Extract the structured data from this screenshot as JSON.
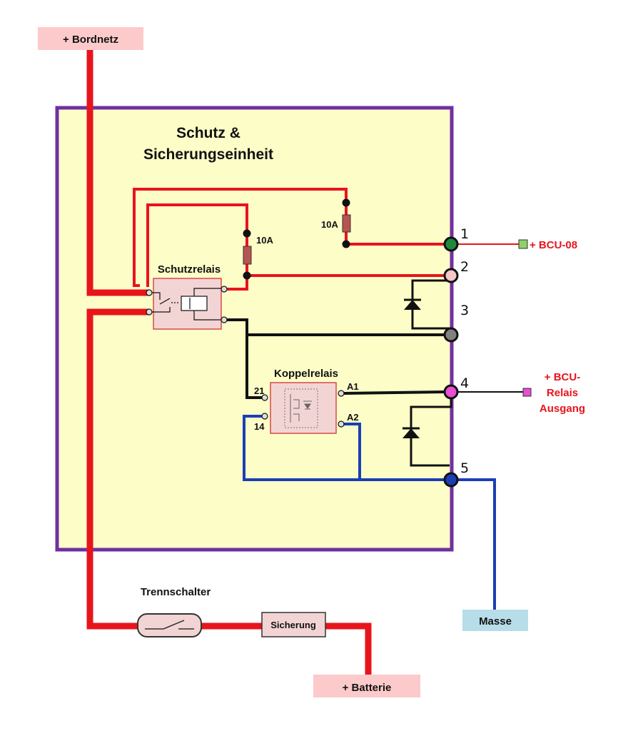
{
  "title": {
    "line1": "Schutz &",
    "line2": "Sicherungseinheit"
  },
  "labels": {
    "bordnetz": "+ Bordnetz",
    "batterie": "+ Batterie",
    "masse": "Masse",
    "trennschalter": "Trennschalter",
    "sicherung": "Sicherung",
    "schutzrelais": "Schutzrelais",
    "koppelrelais": "Koppelrelais",
    "fuse_left": "10A",
    "fuse_right": "10A",
    "pin_21": "21",
    "pin_14": "14",
    "pin_a1": "A1",
    "pin_a2": "A2"
  },
  "terminals": {
    "t1": "1",
    "t2": "2",
    "t3": "3",
    "t4": "4",
    "t5": "5"
  },
  "outputs": {
    "bcu08": "+ BCU-08",
    "bcu_relais_1": "+ BCU-",
    "bcu_relais_2": "Relais",
    "bcu_relais_3": "Ausgang"
  },
  "colors": {
    "box_fill": "#fdfdc8",
    "box_border": "#7030a0",
    "power_wire": "#e8141c",
    "ground_wire": "#1a3fb4",
    "signal_wire": "#111111",
    "tag_pink": "#fccaca",
    "tag_blue": "#b7dde8",
    "terminal_1": "#1c8a3a",
    "terminal_2": "#f7c6c6",
    "terminal_3": "#808080",
    "terminal_4": "#e84fd2",
    "terminal_5": "#1a3fb4"
  }
}
